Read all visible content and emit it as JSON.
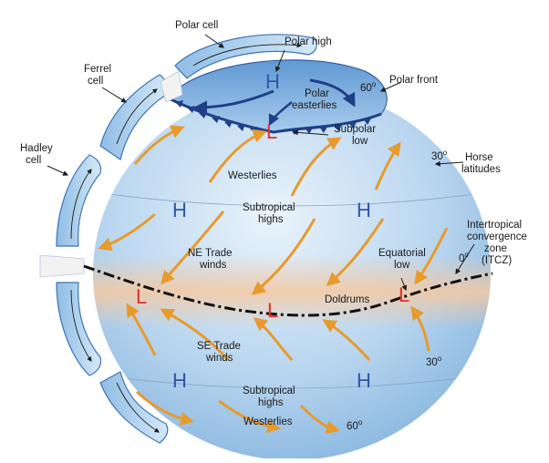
{
  "labels": {
    "polar_cell": "Polar cell",
    "polar_high": "Polar high",
    "polar_front": "Polar front",
    "ferrel_cell_1": "Ferrel",
    "ferrel_cell_2": "cell",
    "hadley_cell_1": "Hadley",
    "hadley_cell_2": "cell",
    "polar_easterlies_1": "Polar",
    "polar_easterlies_2": "easterlies",
    "subpolar_low_1": "Subpolar",
    "subpolar_low_2": "low",
    "westerlies_north": "Westerlies",
    "horse_latitudes_1": "Horse",
    "horse_latitudes_2": "latitudes",
    "subtropical_highs_north_1": "Subtropical",
    "subtropical_highs_north_2": "highs",
    "itcz_1": "Intertropical",
    "itcz_2": "convergence",
    "itcz_3": "zone",
    "itcz_4": "(ITCZ)",
    "ne_trade_1": "NE Trade",
    "ne_trade_2": "winds",
    "equatorial_low_1": "Equatorial",
    "equatorial_low_2": "low",
    "doldrums": "Doldrums",
    "se_trade_1": "SE Trade",
    "se_trade_2": "winds",
    "subtropical_highs_south_1": "Subtropical",
    "subtropical_highs_south_2": "highs",
    "westerlies_south": "Westerlies"
  },
  "degrees": {
    "sixty_north": "60",
    "thirty_north": "30",
    "zero": "0",
    "thirty_south": "30",
    "sixty_south": "60",
    "degree_mark": "o"
  },
  "pressure": {
    "high": "H",
    "low": "L"
  },
  "colors": {
    "high_blue": "#2f56a8",
    "low_red": "#e0302a",
    "arrow_orange": "#e89a2c",
    "globe_blue": "#9cc3e6",
    "equator_warm": "#f6c9a0"
  }
}
